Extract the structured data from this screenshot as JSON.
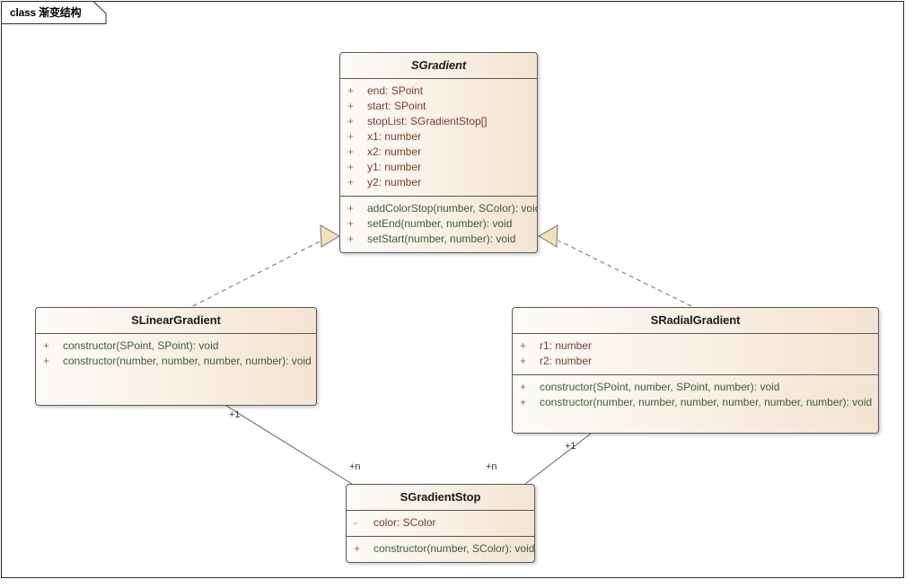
{
  "frame": {
    "title": "class 渐变结构"
  },
  "classes": [
    {
      "id": "sgradient",
      "name": "SGradient",
      "abstract": true,
      "attributes": [
        {
          "visibility": "+",
          "text": "end: SPoint"
        },
        {
          "visibility": "+",
          "text": "start: SPoint"
        },
        {
          "visibility": "+",
          "text": "stopList: SGradientStop[]"
        },
        {
          "visibility": "+",
          "text": "x1: number"
        },
        {
          "visibility": "+",
          "text": "x2: number"
        },
        {
          "visibility": "+",
          "text": "y1: number"
        },
        {
          "visibility": "+",
          "text": "y2: number"
        }
      ],
      "methods": [
        {
          "visibility": "+",
          "text": "addColorStop(number, SColor): void"
        },
        {
          "visibility": "+",
          "text": "setEnd(number, number): void"
        },
        {
          "visibility": "+",
          "text": "setStart(number, number): void"
        }
      ]
    },
    {
      "id": "slineargradient",
      "name": "SLinearGradient",
      "abstract": false,
      "attributes": [],
      "methods": [
        {
          "visibility": "+",
          "text": "constructor(SPoint, SPoint): void"
        },
        {
          "visibility": "+",
          "text": "constructor(number, number, number, number): void"
        }
      ]
    },
    {
      "id": "sradialgradient",
      "name": "SRadialGradient",
      "abstract": false,
      "attributes": [
        {
          "visibility": "+",
          "text": "r1: number"
        },
        {
          "visibility": "+",
          "text": "r2: number"
        }
      ],
      "methods": [
        {
          "visibility": "+",
          "text": "constructor(SPoint, number, SPoint, number): void"
        },
        {
          "visibility": "+",
          "text": "constructor(number, number, number, number, number, number): void"
        }
      ]
    },
    {
      "id": "sgradientstop",
      "name": "SGradientStop",
      "abstract": false,
      "attributes": [
        {
          "visibility": "-",
          "text": "color: SColor"
        }
      ],
      "methods": [
        {
          "visibility": "+",
          "text": "constructor(number, SColor): void"
        }
      ]
    }
  ],
  "relations": {
    "linear_to_gradient": {
      "type": "realization",
      "style": "dashed",
      "arrow": "hollow-triangle"
    },
    "radial_to_gradient": {
      "type": "realization",
      "style": "dashed",
      "arrow": "hollow-triangle"
    },
    "linear_to_stop": {
      "type": "association",
      "style": "solid",
      "source_multiplicity": "+1",
      "target_multiplicity": "+n"
    },
    "radial_to_stop": {
      "type": "association",
      "style": "solid",
      "source_multiplicity": "+1",
      "target_multiplicity": "+n"
    }
  },
  "multiplicity_labels": {
    "linear_one": "+1",
    "linear_many": "+n",
    "radial_one": "+1",
    "radial_many": "+n"
  },
  "colors": {
    "box_border": "#595959",
    "box_fill_light": "#fdfbf8",
    "box_fill_dark": "#f4e3d2",
    "attribute_text": "#7d3a2b",
    "method_text": "#3c5c38",
    "visibility_text": "#8c7434",
    "connector": "#868686",
    "association": "#7d7d7d",
    "arrow_fill": "#f3dfbe",
    "multiplicity_text": "#1f3050",
    "frame_border": "#2b2b2b"
  }
}
